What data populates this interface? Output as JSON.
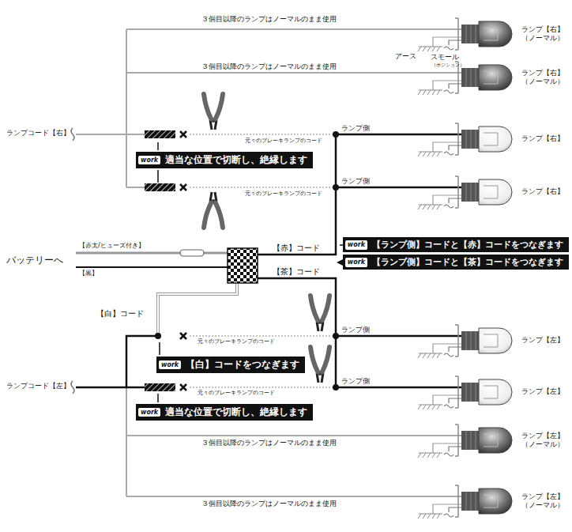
{
  "diagram": {
    "nodes": [
      {
        "text": [
          "ランプ【右】 （ノーマル）"
        ]
      },
      {
        "text": [
          "ランプ【右】 （ノーマル）"
        ]
      },
      {
        "text": [
          "ランプ【右】"
        ]
      },
      {
        "text": [
          "work",
          "適当な位置で切断し、絶縁します"
        ]
      },
      {
        "text": [
          "ランプ【右】"
        ]
      },
      {
        "text": [
          "work",
          "【ランプ側】コードと【赤】コードをつなぎます"
        ]
      },
      {
        "text": [
          "work",
          "【ランプ側】コードと【茶】コードをつなぎます"
        ]
      },
      {
        "text": [
          "ランプ【左】"
        ]
      },
      {
        "text": [
          "work",
          "【白】コードをつなぎます"
        ]
      },
      {
        "text": [
          "ランプ【左】"
        ]
      },
      {
        "text": [
          "work",
          "適当な位置で切断し、絶縁します"
        ]
      },
      {
        "text": [
          "ランプ【左】 （ノーマル）"
        ]
      },
      {
        "text": [
          "ランプ【左】 （ノーマル）"
        ]
      }
    ],
    "labels": [
      "３個目以降のランプはノーマルのまま使用",
      "アース",
      "スモール",
      "（ポジション）",
      "３個目以降のランプはノーマルのまま使用",
      "ランプコード【右】",
      "元々のブレーキランプのコード",
      "ランプ側",
      "元々のブレーキランプのコード",
      "ランプ側",
      "【赤太/ヒューズ付き】",
      "【赤】コード",
      "バッテリーへ",
      "【黒】",
      "【茶】コード",
      "【白】コード",
      "元々のブレーキランプのコード",
      "ランプ側",
      "ランプコード【左】",
      "元々のブレーキランプのコード",
      "ランプ側",
      "３個目以降のランプはノーマルのまま使用",
      "３個目以降のランプはノーマルのまま使用"
    ]
  }
}
